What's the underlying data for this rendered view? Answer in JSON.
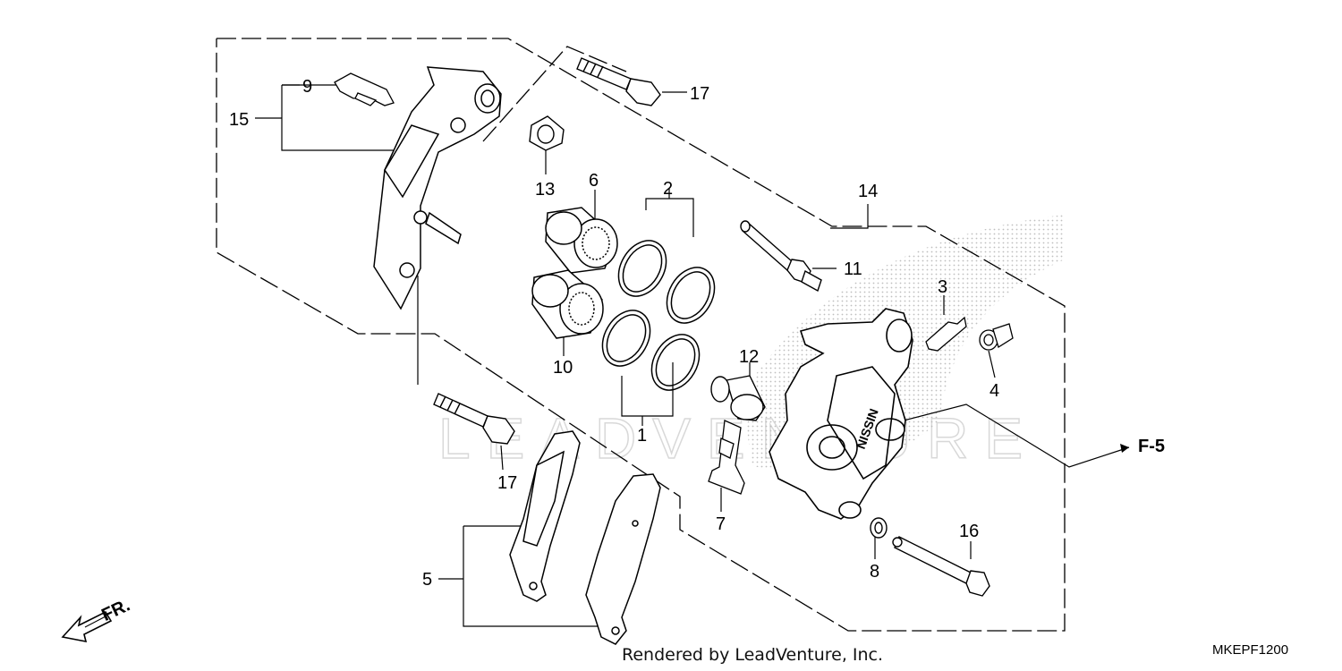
{
  "callouts": {
    "c1": "1",
    "c2": "2",
    "c3": "3",
    "c4": "4",
    "c5": "5",
    "c6": "6",
    "c7": "7",
    "c8": "8",
    "c9": "9",
    "c10": "10",
    "c11": "11",
    "c12": "12",
    "c13": "13",
    "c14": "14",
    "c15": "15",
    "c16": "16",
    "c17a": "17",
    "c17b": "17"
  },
  "reference": "F-5",
  "direction": "FR.",
  "footer": "Rendered by LeadVenture, Inc.",
  "diagram_code": "MKEPF1200",
  "watermark": "LEADVENTURE",
  "colors": {
    "ink": "#000000",
    "stipple": "#bdbdbd"
  }
}
